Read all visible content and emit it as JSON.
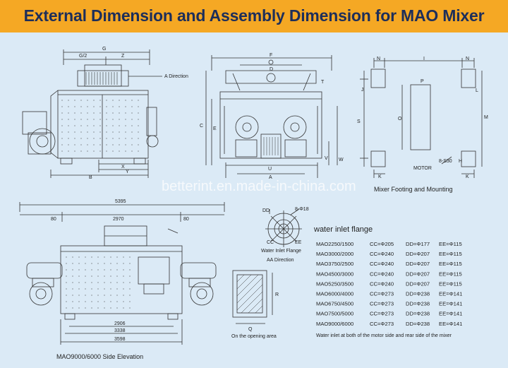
{
  "title": "External Dimension and Assembly Dimension for MAO Mixer",
  "watermark": "betterint.en.made-in-china.com",
  "colors": {
    "banner": "#f5a824",
    "background": "#dbeaf6",
    "title_text": "#1d2e5a",
    "line": "#333333"
  },
  "top_left": {
    "dims": [
      "G",
      "G/2",
      "Z",
      "X",
      "Y",
      "B"
    ],
    "a_direction": "A Direction"
  },
  "top_mid": {
    "dims": [
      "F",
      "D",
      "T",
      "C",
      "E",
      "V",
      "W",
      "U",
      "A"
    ]
  },
  "top_right": {
    "dims": [
      "N",
      "I",
      "N",
      "P",
      "O",
      "S",
      "J",
      "L",
      "M",
      "H",
      "K",
      "K"
    ],
    "motor": "MOTOR",
    "bolt": "8-S30",
    "caption": "Mixer Footing and Mounting"
  },
  "side": {
    "dims": [
      "5395",
      "80",
      "2970",
      "80",
      "2906",
      "3338",
      "3598"
    ],
    "caption": "MAO9000/6000 Side Elevation"
  },
  "flange_diagram": {
    "labels": [
      "DD",
      "8-Φ18",
      "CC",
      "EE"
    ],
    "caption1": "Water Inlet Flange",
    "caption2": "AA Direction"
  },
  "opening": {
    "labels": [
      "R",
      "Q"
    ],
    "caption": "On the opening area"
  },
  "flange_table": {
    "heading": "water inlet flange",
    "rows": [
      {
        "model": "MAO2250/1500",
        "cc": "CC=Φ205",
        "dd": "DD=Φ177",
        "ee": "EE=Φ115"
      },
      {
        "model": "MAO3000/2000",
        "cc": "CC=Φ240",
        "dd": "DD=Φ207",
        "ee": "EE=Φ115"
      },
      {
        "model": "MAO3750/2500",
        "cc": "CC=Φ240",
        "dd": "DD=Φ207",
        "ee": "EE=Φ115"
      },
      {
        "model": "MAO4500/3000",
        "cc": "CC=Φ240",
        "dd": "DD=Φ207",
        "ee": "EE=Φ115"
      },
      {
        "model": "MAO5250/3500",
        "cc": "CC=Φ240",
        "dd": "DD=Φ207",
        "ee": "EE=Φ115"
      },
      {
        "model": "MAO6000/4000",
        "cc": "CC=Φ273",
        "dd": "DD=Φ238",
        "ee": "EE=Φ141"
      },
      {
        "model": "MAO6750/4500",
        "cc": "CC=Φ273",
        "dd": "DD=Φ238",
        "ee": "EE=Φ141"
      },
      {
        "model": "MAO7500/5000",
        "cc": "CC=Φ273",
        "dd": "DD=Φ238",
        "ee": "EE=Φ141"
      },
      {
        "model": "MAO9000/6000",
        "cc": "CC=Φ273",
        "dd": "DD=Φ238",
        "ee": "EE=Φ141"
      }
    ],
    "note": "Water inlet at both of the motor side and rear side of the mixer"
  }
}
